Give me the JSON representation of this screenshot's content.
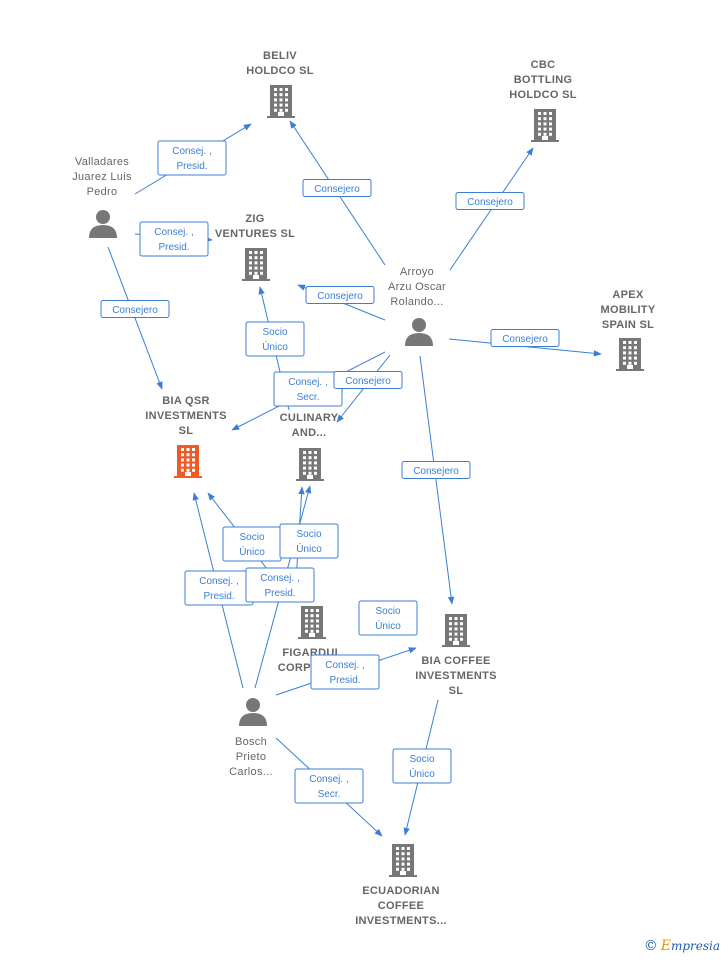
{
  "colors": {
    "edge": "#3b7fd4",
    "node_icon": "#777777",
    "focus_icon": "#f15a24",
    "label": "#666666"
  },
  "nodes": [
    {
      "id": "beliv",
      "kind": "company",
      "label": [
        "BELIV",
        "HOLDCO  SL"
      ]
    },
    {
      "id": "cbc",
      "kind": "company",
      "label": [
        "CBC",
        "BOTTLING",
        "HOLDCO  SL"
      ]
    },
    {
      "id": "valladares",
      "kind": "person",
      "label": [
        "Valladares",
        "Juarez Luis",
        "Pedro"
      ]
    },
    {
      "id": "zig",
      "kind": "company",
      "label": [
        "ZIG",
        "VENTURES  SL"
      ]
    },
    {
      "id": "arroyo",
      "kind": "person",
      "label": [
        "Arroyo",
        "Arzu Oscar",
        "Rolando..."
      ]
    },
    {
      "id": "apex",
      "kind": "company",
      "label": [
        "APEX",
        "MOBILITY",
        "SPAIN  SL"
      ]
    },
    {
      "id": "biaqsr",
      "kind": "focus",
      "label": [
        "BIA QSR",
        "INVESTMENTS",
        "SL"
      ]
    },
    {
      "id": "culinary",
      "kind": "company",
      "label": [
        "...",
        "CULINARY",
        "AND..."
      ]
    },
    {
      "id": "figardul",
      "kind": "company",
      "label": [
        "FIGARDUL",
        "CORPORA..."
      ]
    },
    {
      "id": "biacoffee",
      "kind": "company",
      "label": [
        "BIA COFFEE",
        "INVESTMENTS",
        "SL"
      ]
    },
    {
      "id": "bosch",
      "kind": "person",
      "label": [
        "Bosch",
        "Prieto",
        "Carlos..."
      ]
    },
    {
      "id": "ecuadorian",
      "kind": "company",
      "label": [
        "ECUADORIAN",
        "COFFEE",
        "INVESTMENTS..."
      ]
    }
  ],
  "edges": [
    {
      "from": "valladares",
      "to": "beliv",
      "label": [
        "Consej. ,",
        "Presid."
      ]
    },
    {
      "from": "valladares",
      "to": "zig",
      "label": [
        "Consej. ,",
        "Presid."
      ]
    },
    {
      "from": "valladares",
      "to": "biaqsr",
      "label": [
        "Consejero"
      ]
    },
    {
      "from": "arroyo",
      "to": "beliv",
      "label": [
        "Consejero"
      ]
    },
    {
      "from": "arroyo",
      "to": "cbc",
      "label": [
        "Consejero"
      ]
    },
    {
      "from": "arroyo",
      "to": "zig",
      "label": [
        "Consejero"
      ]
    },
    {
      "from": "arroyo",
      "to": "apex",
      "label": [
        "Consejero"
      ]
    },
    {
      "from": "arroyo",
      "to": "biaqsr",
      "label": [
        "Consej. ,",
        "Secr."
      ]
    },
    {
      "from": "arroyo",
      "to": "culinary",
      "label": [
        "Consejero"
      ]
    },
    {
      "from": "arroyo",
      "to": "biacoffee",
      "label": [
        "Consejero"
      ]
    },
    {
      "from": "culinary",
      "to": "zig",
      "label": [
        "Socio",
        "Único"
      ]
    },
    {
      "from": "figardul",
      "to": "biaqsr",
      "label": [
        "Socio",
        "Único"
      ]
    },
    {
      "from": "figardul",
      "to": "culinary",
      "label": [
        "Socio",
        "Único"
      ]
    },
    {
      "from": "figardul",
      "to": "biacoffee",
      "label": [
        "Socio",
        "Único"
      ]
    },
    {
      "from": "bosch",
      "to": "biaqsr",
      "label": [
        "Consej. ,",
        "Presid."
      ]
    },
    {
      "from": "bosch",
      "to": "culinary",
      "label": [
        "Consej. ,",
        "Presid."
      ]
    },
    {
      "from": "bosch",
      "to": "biacoffee",
      "label": [
        "Consej. ,",
        "Presid."
      ]
    },
    {
      "from": "bosch",
      "to": "ecuadorian",
      "label": [
        "Consej. ,",
        "Secr."
      ]
    },
    {
      "from": "biacoffee",
      "to": "ecuadorian",
      "label": [
        "Socio",
        "Único"
      ]
    }
  ],
  "watermark": {
    "symbol": "©",
    "initial": "E",
    "rest": "mpresia"
  }
}
